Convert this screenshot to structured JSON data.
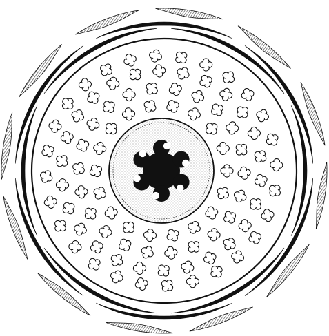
{
  "figure": {
    "ink_color": "#111111",
    "hatch_color": "#555555",
    "paper_color": "#ffffff",
    "outer_sepal_count": 12,
    "inner_petal_count": 6,
    "pollen_grain_rings": 4,
    "central_lobe_count": 6
  }
}
